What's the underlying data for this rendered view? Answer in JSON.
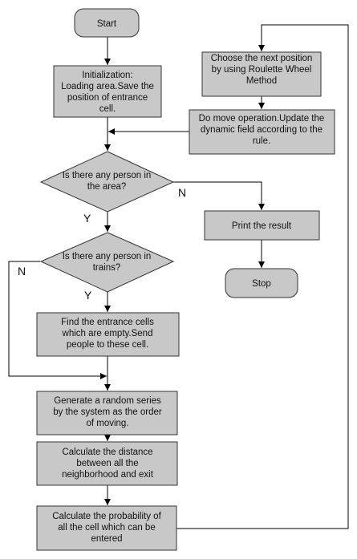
{
  "nodes": {
    "start": [
      "Start"
    ],
    "init": [
      "Initialization:",
      "Loading area.Save the",
      "position of entrance",
      "cell."
    ],
    "roulette": [
      "Choose the next position",
      "by using Roulette Wheel",
      "Method"
    ],
    "move": [
      "Do move operation.Update the",
      "dynamic field according to the",
      "rule."
    ],
    "any_person_area": [
      "Is there any person in",
      "the area?"
    ],
    "print_result": [
      "Print the result"
    ],
    "any_person_trains": [
      "Is there any person in",
      "trains?"
    ],
    "stop": [
      "Stop"
    ],
    "find_entrance": [
      "Find the entrance cells",
      "which  are empty.Send",
      "people to these cell."
    ],
    "random_series": [
      "Generate a random series",
      "by the system as the order",
      "of moving."
    ],
    "distance": [
      "Calculate the distance",
      "between all the",
      "neighborhood and exit"
    ],
    "probability": [
      "Calculate the probability of",
      "all the cell which can be",
      "entered"
    ]
  },
  "edge_labels": {
    "area_no": "N",
    "area_yes": "Y",
    "trains_no": "N",
    "trains_yes": "Y"
  }
}
